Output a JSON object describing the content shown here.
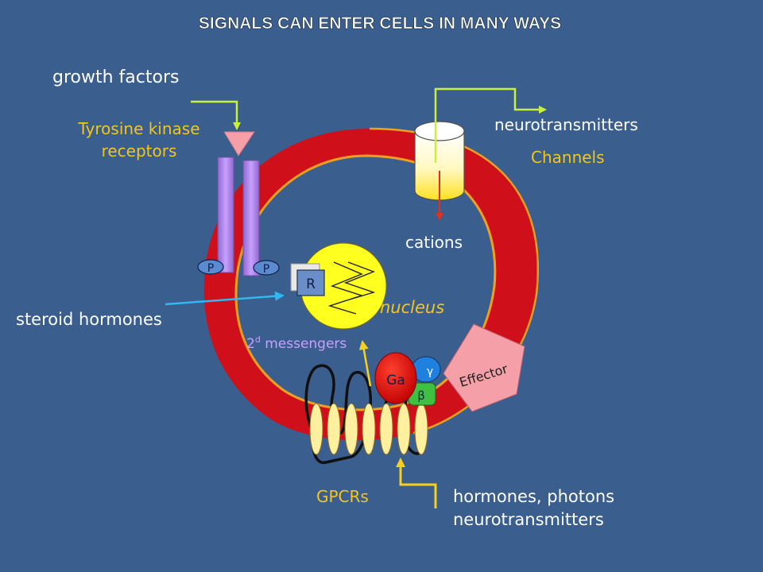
{
  "title": "SIGNALS CAN ENTER CELLS IN MANY WAYS",
  "labels": {
    "growth_factors": "growth factors",
    "tyrosine_kinase_line1": "Tyrosine kinase",
    "tyrosine_kinase_line2": "receptors",
    "phospho_left": "P",
    "phospho_right": "P",
    "neurotransmitters_top": "neurotransmitters",
    "channels": "Channels",
    "cations": "cations",
    "receptor": "R",
    "nucleus": "nucleus",
    "steroid_hormones": "steroid hormones",
    "second_messengers_num": "2",
    "second_messengers_sup": "d",
    "second_messengers_rest": " messengers",
    "g_alpha": "Ga",
    "g_gamma": "γ",
    "g_beta": "β",
    "effector": "Effector",
    "gpcrs": "GPCRs",
    "hormones_line1": "hormones, photons",
    "hormones_line2": "neurotransmitters"
  },
  "colors": {
    "background": "#3a5e8e",
    "membrane": "#d5121c",
    "membrane_rim": "#f0a020",
    "label_white": "#ffffff",
    "label_yellow": "#f5c518",
    "label_lilac": "#c8a0ff",
    "arrow_green": "#c8f040",
    "arrow_cyan": "#30b8f0",
    "arrow_yellow": "#f5d020",
    "nucleus": "#ffff20",
    "receptor_bars": "#b080e8",
    "effector": "#f5a0a8",
    "g_alpha": "#e01010",
    "g_gamma": "#2080e0",
    "g_beta": "#40c040"
  }
}
